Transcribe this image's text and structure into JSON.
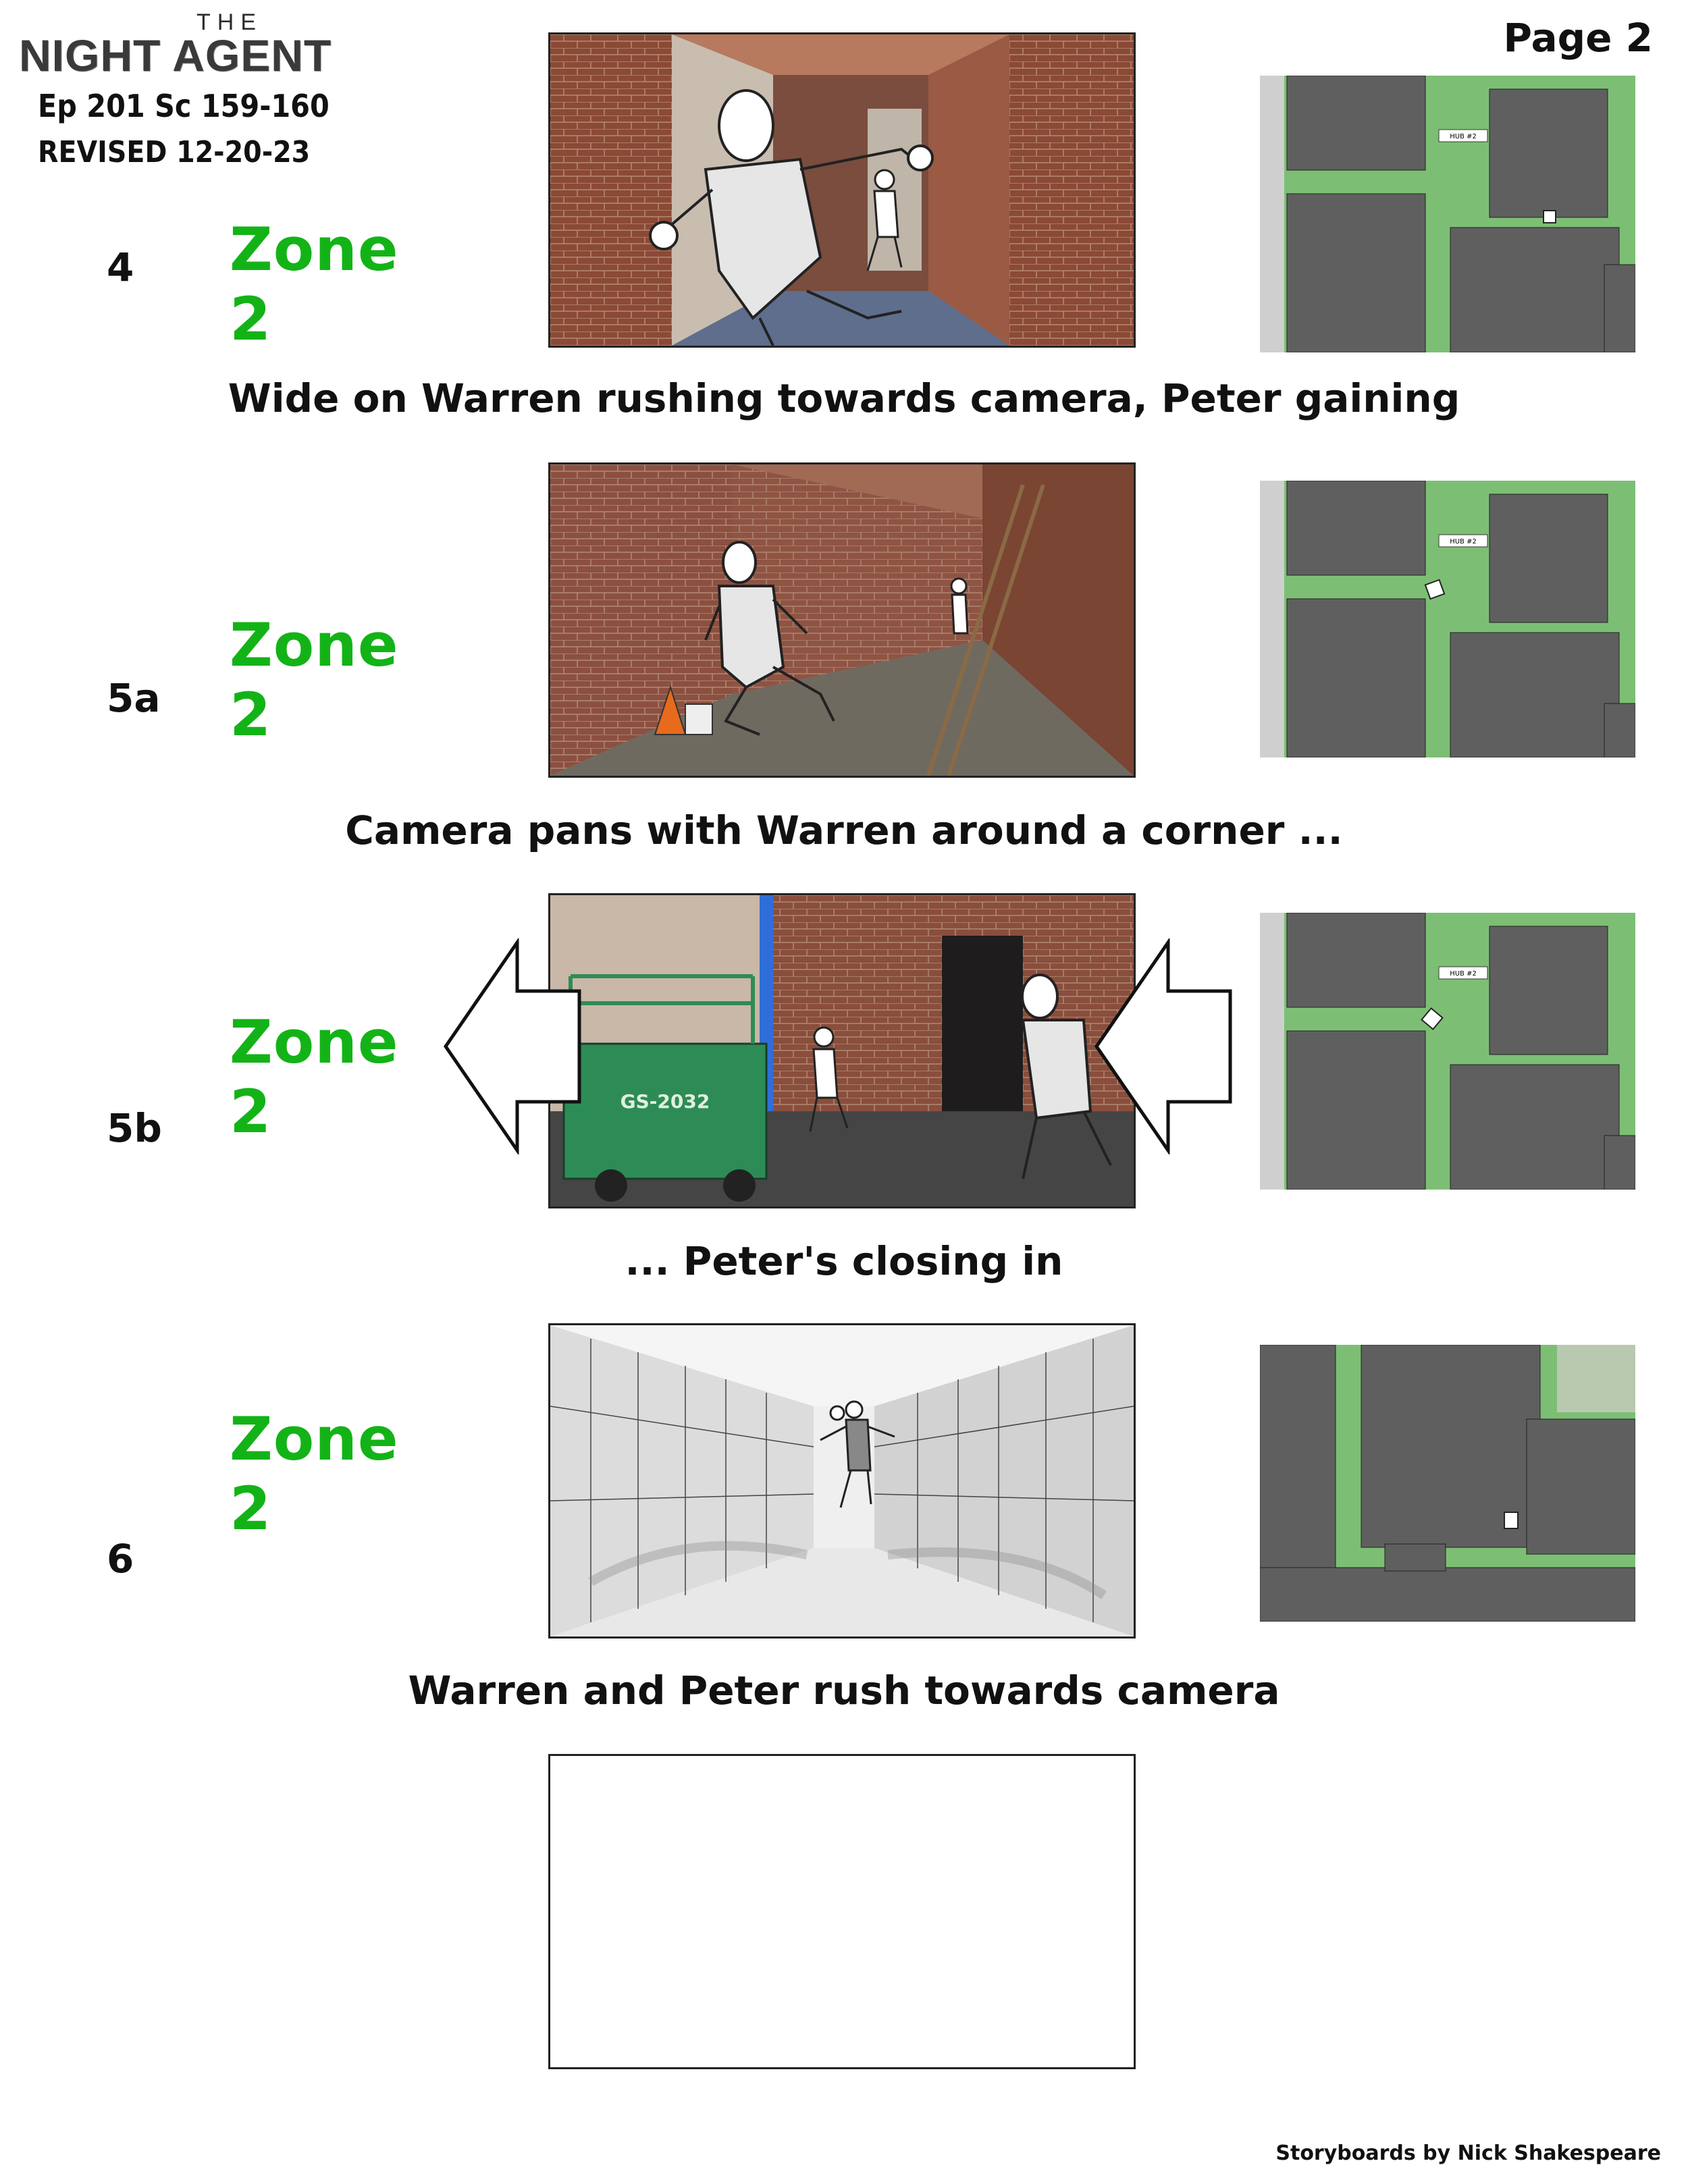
{
  "header": {
    "logo_small": "THE",
    "logo_main": "NIGHT AGENT",
    "episode_scene": "Ep 201 Sc 159-160",
    "revised": "REVISED 12-20-23",
    "page_label": "Page 2"
  },
  "map_label": "HUB #2",
  "shots": [
    {
      "number": "4",
      "zone": "Zone 2",
      "caption": "Wide on Warren rushing towards camera, Peter gaining"
    },
    {
      "number": "5a",
      "zone": "Zone 2",
      "caption": "Camera pans with Warren around a corner ..."
    },
    {
      "number": "5b",
      "zone": "Zone 2",
      "caption": "... Peter's closing in",
      "lift_label": "GS-2032"
    },
    {
      "number": "6",
      "zone": "Zone 2",
      "caption": "Warren and Peter rush towards camera"
    }
  ],
  "footer": {
    "credit": "Storyboards by Nick Shakespeare"
  },
  "colors": {
    "zone_green": "#13b317",
    "map_green": "#7cbf74",
    "building_gray": "#5f5f5f",
    "brick": "#8a4a36"
  }
}
